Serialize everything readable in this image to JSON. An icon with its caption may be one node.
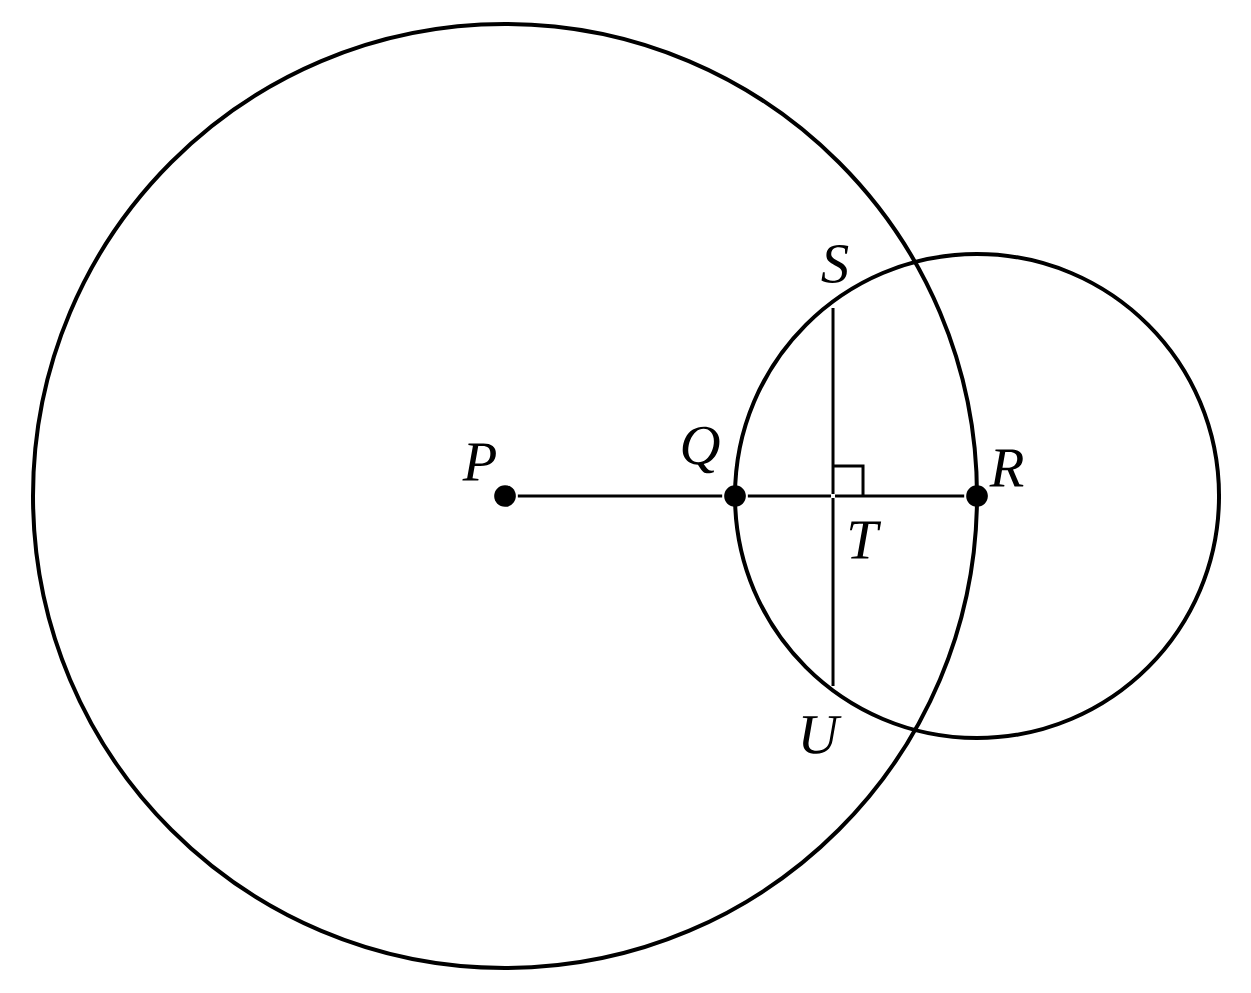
{
  "diagram": {
    "nodes": [
      {
        "text": [
          "P"
        ]
      },
      {
        "text": [
          "Q"
        ]
      },
      {
        "text": [
          "R"
        ]
      },
      {
        "text": [
          "S"
        ]
      },
      {
        "text": [
          "T"
        ]
      },
      {
        "text": [
          "U"
        ]
      }
    ],
    "edges": [
      {
        "from": 0,
        "to": 1,
        "arrow": "none"
      },
      {
        "from": 1,
        "to": 4,
        "arrow": "none"
      },
      {
        "from": 4,
        "to": 2,
        "arrow": "none"
      },
      {
        "from": 3,
        "to": 4,
        "arrow": "none"
      },
      {
        "from": 4,
        "to": 5,
        "arrow": "none"
      }
    ]
  }
}
